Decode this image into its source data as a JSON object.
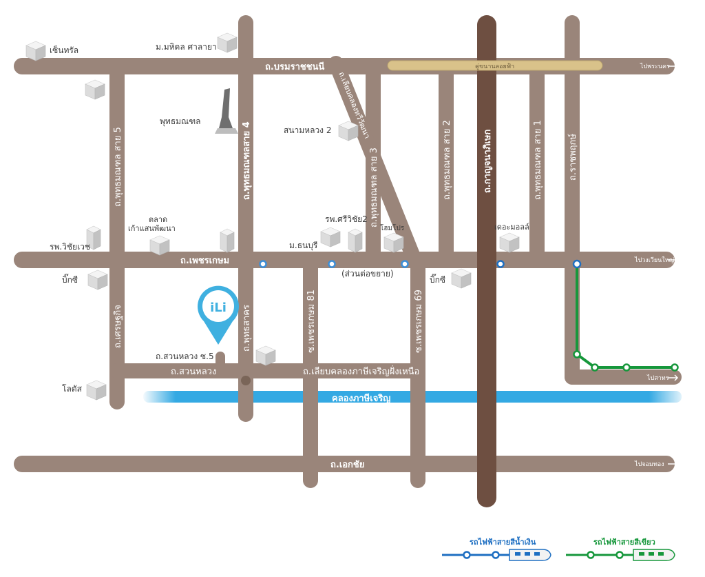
{
  "roads": {
    "borommaratchachonnani": "ถ.บรมราชชนนี",
    "phetkasem": "ถ.เพชรเกษม",
    "ekkachai": "ถ.เอกชัย",
    "suan_luang": "ถ.สวนหลวง",
    "suan_luang_soi5": "ถ.สวนหลวง ซ.5",
    "liap_khlong_north": "ถ.เลียบคลองภาษีเจริญฝั่งเหนือ",
    "phutthamonthon_5": "ถ.พุทธมณฑล สาย 5",
    "phutthamonthon_4": "ถ.พุทธมณฑลสาย 4",
    "phutthamonthon_3": "ถ.พุทธมณฑล สาย 3",
    "phutthamonthon_2": "ถ.พุทธมณฑล สาย 2",
    "phutthamonthon_1": "ถ.พุทธมณฑล สาย 1",
    "kanchanaphisek": "ถ.กาญจนาภิเษก",
    "ratchaphruek": "ถ.ราชพฤกษ์",
    "setthakit": "ถ.เศรษฐกิจ",
    "phutthasakhon": "ถ.พุทธสาคร",
    "phetkasem_81": "ซ.เพชรเกษม 81",
    "phetkasem_69": "ซ.เพชรเกษม 69",
    "liap_khlong_thawi": "ถ.เลียบคลองทวีวัฒนา"
  },
  "canal": "คลองภาษีเจริญ",
  "parallel_road": "คู่ขนานลอยฟ้า",
  "extension_note": "(ส่วนต่อขยาย)",
  "directions": {
    "to_pinklao": "ไปพระนคร",
    "to_wongwian_yai": "ไปวงเวียนใหญ่",
    "to_sathorn": "ไปสาทร",
    "to_chom_thong": "ไปจอมทอง"
  },
  "landmarks": {
    "central": "เซ็นทรัล",
    "mahidol_salaya": "ม.มหิดล ศาลายา",
    "phutthamonthon": "พุทธมณฑล",
    "sanam_luang_2": "สนามหลวง 2",
    "talat_kao_saen": "ตลาด\nเก้าแสนพัฒนา",
    "srivichai_2": "รพ.ศรีวิชัย2",
    "home_pro": "โฮมโปร",
    "the_mall": "เดอะมอลล์",
    "wichaiyut": "รพ.วิชัยเวช",
    "thonburi_univ": "ม.ธนบุรี",
    "bigc_1": "บิ๊กซี",
    "bigc_2": "บิ๊กซี",
    "lotus": "โลตัส"
  },
  "project_logo": "iLi",
  "legend": {
    "blue_line": "รถไฟฟ้าสายสีน้ำเงิน",
    "green_line": "รถไฟฟ้าสายสีเขียว"
  },
  "colors": {
    "road": "#9a857a",
    "major_road": "#6e4f41",
    "elevated": "#d9c28a",
    "canal": "#34a9e3",
    "blue_line": "#1e6fc2",
    "green_line": "#16973b",
    "pin": "#3fb0e0"
  }
}
